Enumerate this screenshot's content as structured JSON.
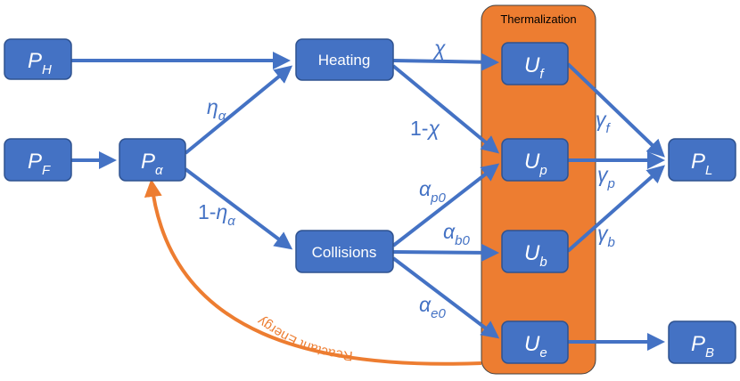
{
  "colors": {
    "node_fill": "#4472C4",
    "edge": "#4472C4",
    "thermalization_fill": "#ED7D31",
    "feedback": "#ED7D31"
  },
  "thermalization": {
    "title": "Thermalization"
  },
  "nodes": {
    "PH": {
      "main": "P",
      "sub": "H"
    },
    "PF": {
      "main": "P",
      "sub": "F"
    },
    "Palpha": {
      "main": "P",
      "sub": "α"
    },
    "heating": {
      "label": "Heating"
    },
    "collisions": {
      "label": "Collisions"
    },
    "Uf": {
      "main": "U",
      "sub": "f"
    },
    "Up": {
      "main": "U",
      "sub": "p"
    },
    "Ub": {
      "main": "U",
      "sub": "b"
    },
    "Ue": {
      "main": "U",
      "sub": "e"
    },
    "PL": {
      "main": "P",
      "sub": "L"
    },
    "PB": {
      "main": "P",
      "sub": "B"
    }
  },
  "edge_labels": {
    "eta_alpha": {
      "main": "η",
      "sub": "α"
    },
    "one_minus_eta_alpha": {
      "prefix": "1-",
      "main": "η",
      "sub": "α"
    },
    "chi": {
      "main": "χ"
    },
    "one_minus_chi": {
      "prefix": "1-",
      "main": "χ"
    },
    "alpha_p0": {
      "main": "α",
      "sub": "p0"
    },
    "alpha_b0": {
      "main": "α",
      "sub": "b0"
    },
    "alpha_e0": {
      "main": "α",
      "sub": "e0"
    },
    "gamma_f": {
      "main": "γ",
      "sub": "f"
    },
    "gamma_p": {
      "main": "γ",
      "sub": "p"
    },
    "gamma_b": {
      "main": "γ",
      "sub": "b"
    }
  },
  "feedback": {
    "label": "Reactant Energy"
  }
}
